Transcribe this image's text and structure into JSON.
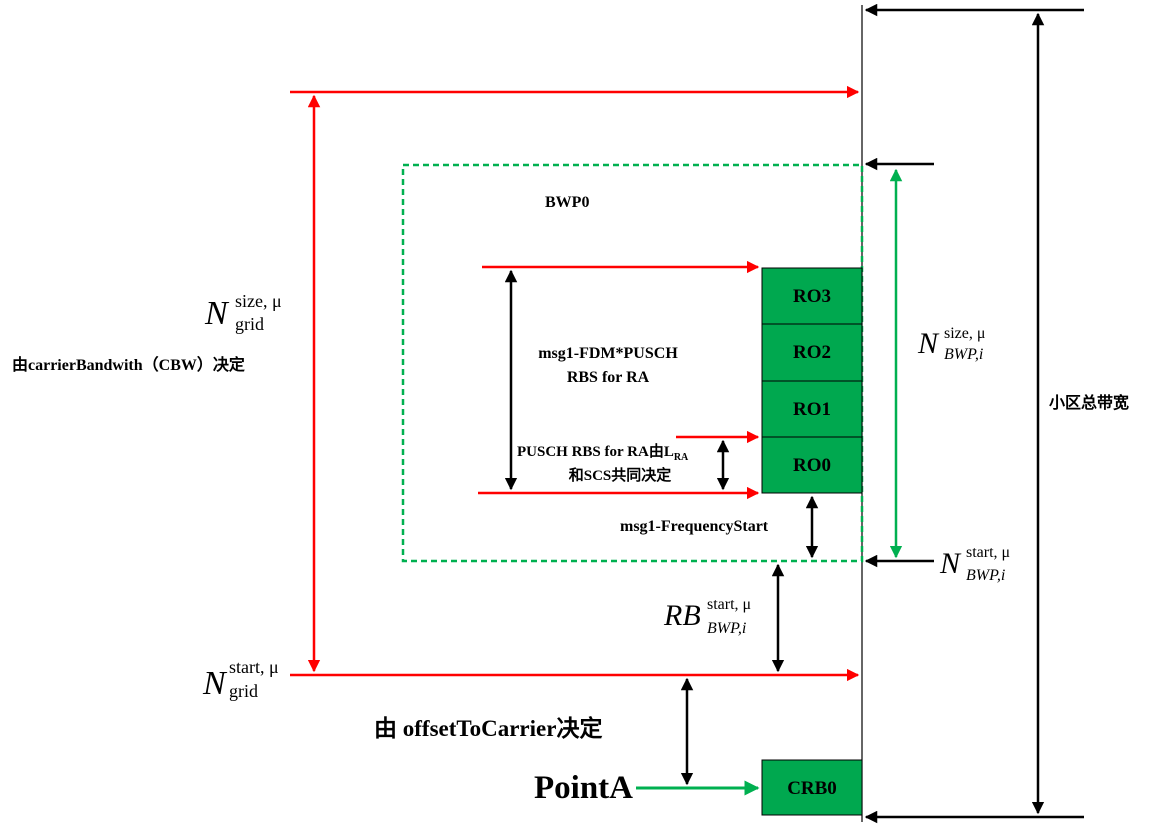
{
  "colors": {
    "red": "#ff0000",
    "green": "#00b050",
    "block_fill": "#00a84f",
    "black": "#000000"
  },
  "labels": {
    "bwp0": "BWP0",
    "ro3": "RO3",
    "ro2": "RO2",
    "ro1": "RO1",
    "ro0": "RO0",
    "crb0": "CRB0",
    "msg1_fdm_line1": "msg1-FDM*PUSCH",
    "msg1_fdm_line2": "RBS for RA",
    "pusch_rbs_prefix": "PUSCH RBS for RA由L",
    "pusch_rbs_sub": "RA",
    "pusch_rbs_line2": "和SCS共同决定",
    "msg1_freq_start": "msg1-FrequencyStart",
    "cbw_note": "由carrierBandwith（CBW）决定",
    "offset_note": "由 offsetToCarrier决定",
    "point_a": "PointA",
    "cell_total_bw": "小区总带宽"
  },
  "math": {
    "n_grid_size": {
      "base": "N",
      "sup": "size, μ",
      "sub": "grid"
    },
    "n_grid_start": {
      "base": "N",
      "sup": "start, μ",
      "sub": "grid"
    },
    "n_bwp_size": {
      "base": "N",
      "sup": "size, μ",
      "sub": "BWP,i"
    },
    "n_bwp_start": {
      "base": "N",
      "sup": "start, μ",
      "sub": "BWP,i"
    },
    "rb_bwp_start": {
      "base": "RB",
      "sup": "start, μ",
      "sub": "BWP,i"
    }
  }
}
